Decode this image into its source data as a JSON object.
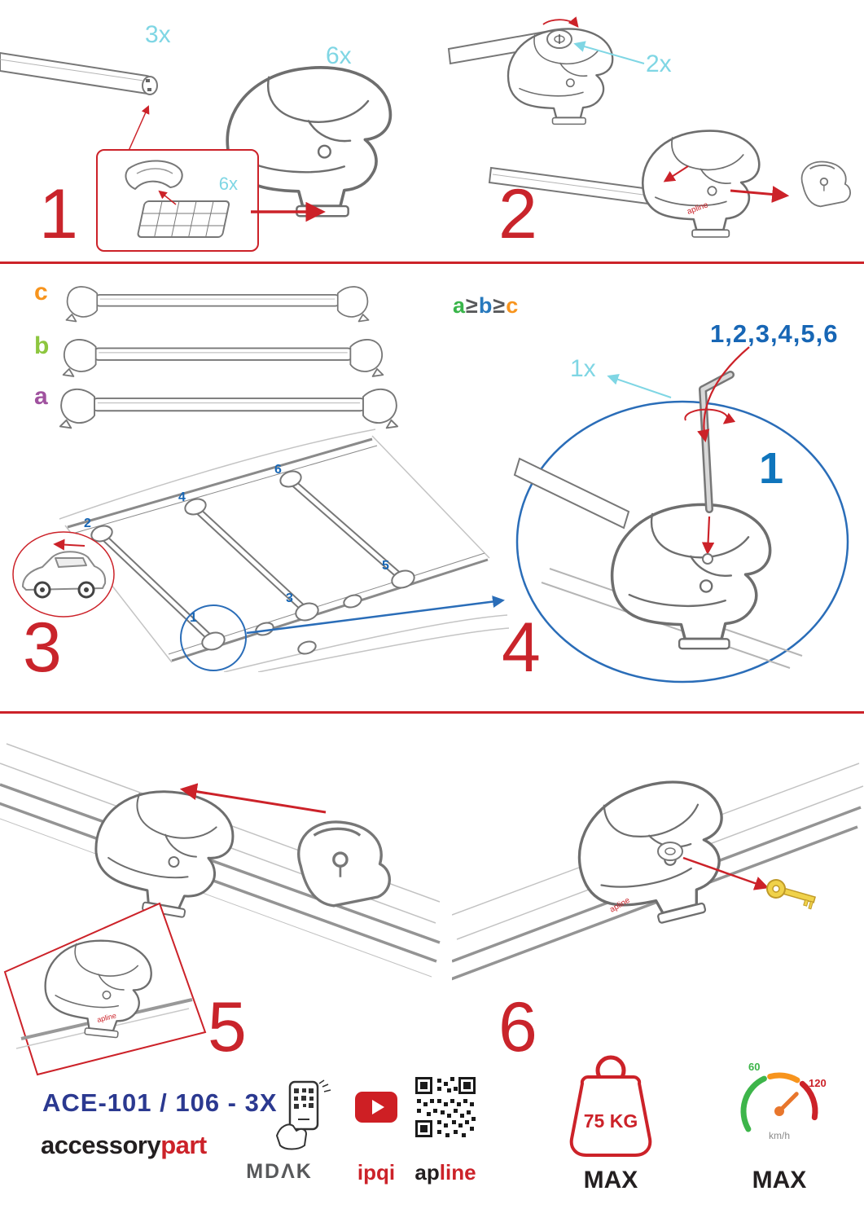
{
  "misc": {
    "brand_on_foot": "apline"
  },
  "step1": {
    "number": "1",
    "qty_bar": "3x",
    "qty_foot": "6x",
    "qty_pad": "6x"
  },
  "step2": {
    "number": "2",
    "qty_lock": "2x"
  },
  "step3": {
    "number": "3",
    "label_a": "a",
    "label_b": "b",
    "label_c": "c",
    "formula": {
      "a": "a",
      "op": "≥",
      "b": "b",
      "c": "c"
    },
    "positions": [
      "1",
      "2",
      "3",
      "4",
      "5",
      "6"
    ]
  },
  "step4": {
    "number": "4",
    "qty_key": "1x",
    "sequence": "1,2,3,4,5,6",
    "callout": "1"
  },
  "step5": {
    "number": "5"
  },
  "step6": {
    "number": "6"
  },
  "footer": {
    "product_code": "ACE-101 / 106 - 3X",
    "brand_part1": "accessory",
    "brand_part2": "part",
    "logo_mdak": "MDΛK",
    "logo_ipqi": "ipqi",
    "logo_apline_part1": "ap",
    "logo_apline_part2": "line",
    "weight_value": "75 KG",
    "weight_max": "MAX",
    "speed_low": "60",
    "speed_high": "120",
    "speed_unit": "km/h",
    "speed_max": "MAX"
  }
}
